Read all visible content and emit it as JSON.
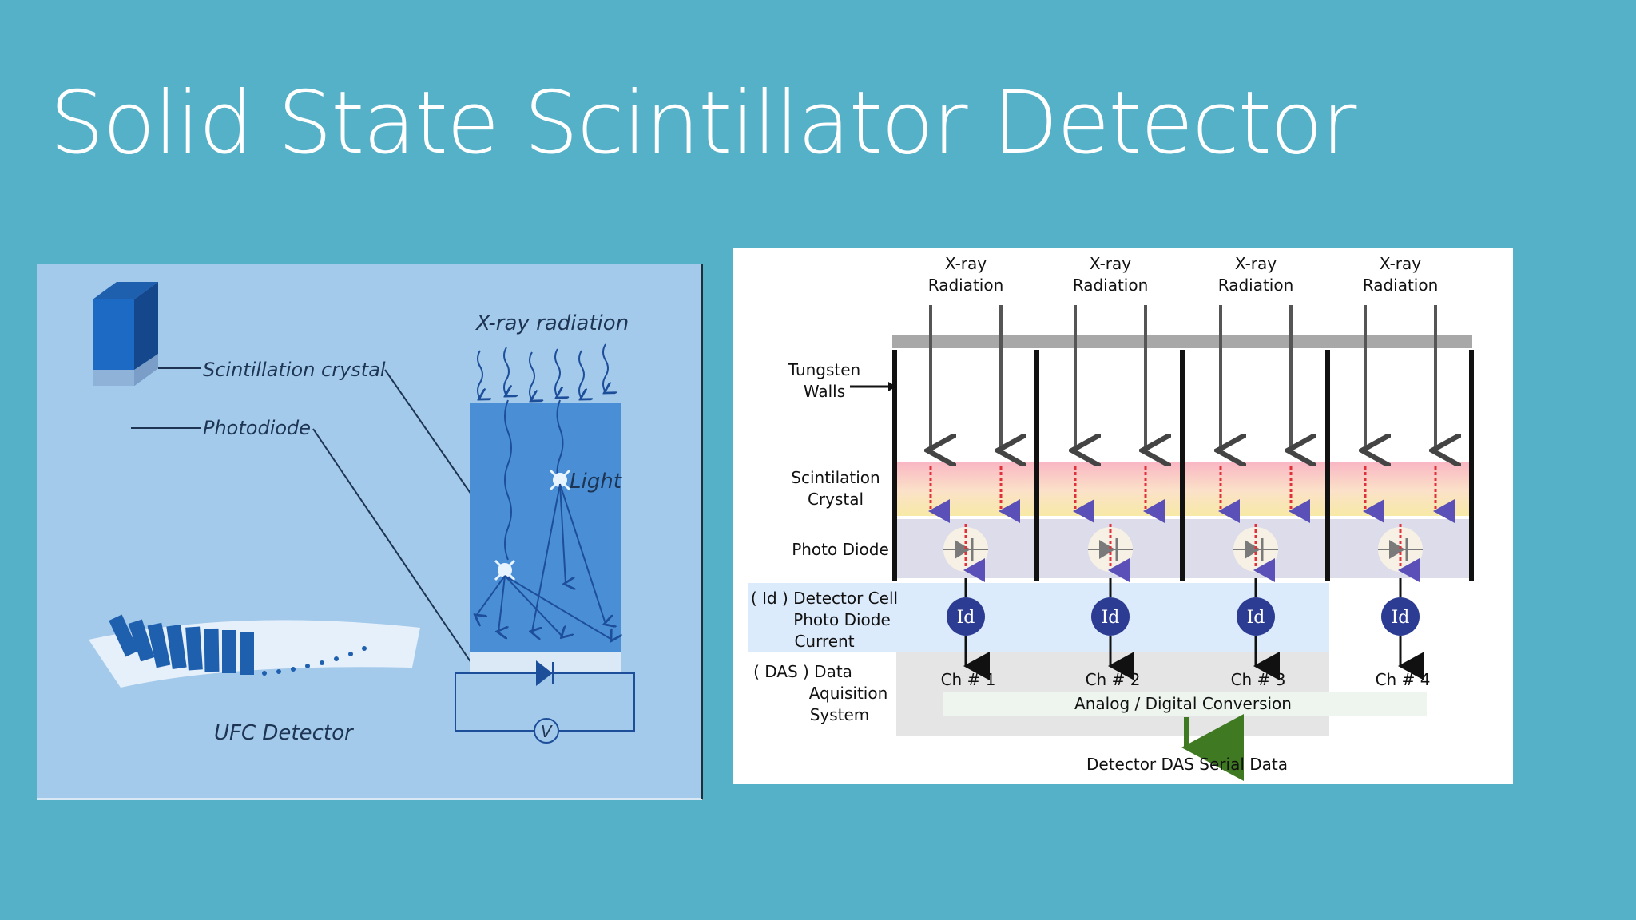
{
  "slide": {
    "title": "Solid State Scintillator Detector"
  },
  "left_diagram": {
    "xray_label": "X-ray radiation",
    "scintillation_crystal_label": "Scintillation crystal",
    "photodiode_label": "Photodiode",
    "light_label": "Light",
    "ufc_label": "UFC Detector",
    "meter_symbol": "V"
  },
  "right_diagram": {
    "columns": [
      {
        "radiation": [
          "X-ray",
          "Radiation"
        ],
        "cell": "Id",
        "channel": "Ch # 1"
      },
      {
        "radiation": [
          "X-ray",
          "Radiation"
        ],
        "cell": "Id",
        "channel": "Ch # 2"
      },
      {
        "radiation": [
          "X-ray",
          "Radiation"
        ],
        "cell": "Id",
        "channel": "Ch # 3"
      },
      {
        "radiation": [
          "X-ray",
          "Radiation"
        ],
        "cell": "Id",
        "channel": "Ch # 4"
      }
    ],
    "tungsten_label": [
      "Tungsten",
      "Walls"
    ],
    "scintillation_label": [
      "Scintilation",
      "Crystal"
    ],
    "photo_diode_label": "Photo Diode",
    "detector_cell_label": [
      "( Id ) Detector Cell",
      "Photo Diode",
      "Current"
    ],
    "das_label": [
      "( DAS ) Data",
      "Aquisition",
      "System"
    ],
    "conversion_label": "Analog / Digital Conversion",
    "output_label": "Detector DAS Serial Data",
    "colors": {
      "cell_circle": "#2c3c92",
      "label_red": "#8b1a2c",
      "label_blue": "#1f3a8a",
      "conversion_green": "#2c8a5a",
      "output_arrow": "#3f7a22"
    }
  }
}
